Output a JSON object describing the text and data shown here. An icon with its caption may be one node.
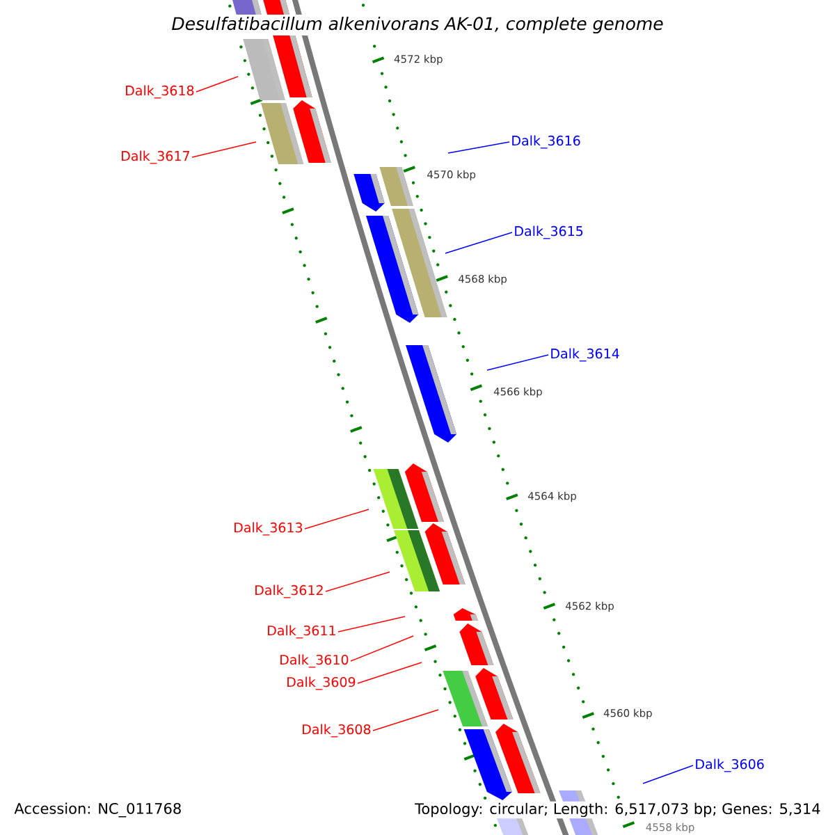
{
  "diagram": {
    "title": "*Desulfatibacillum alkenivorans* AK-01, complete genome",
    "nodes": [
      {
        "text": [
          "Dalk_3618"
        ]
      },
      {
        "text": [
          "Dalk_3617"
        ]
      },
      {
        "text": [
          "Dalk_3616"
        ]
      },
      {
        "text": [
          "Dalk_3615"
        ]
      },
      {
        "text": [
          "Dalk_3614"
        ]
      },
      {
        "text": [
          "Dalk_3613"
        ]
      },
      {
        "text": [
          "Dalk_3612"
        ]
      },
      {
        "text": [
          "Dalk_3611"
        ]
      },
      {
        "text": [
          "Dalk_3610"
        ]
      },
      {
        "text": [
          "Dalk_3609"
        ]
      },
      {
        "text": [
          "Dalk_3608"
        ]
      },
      {
        "text": [
          "Dalk_3606"
        ]
      }
    ],
    "edges": [
      {
        "from": 0,
        "to": null,
        "arrow": "none"
      },
      {
        "from": 1,
        "to": null,
        "arrow": "none"
      },
      {
        "from": 2,
        "to": null,
        "arrow": "none",
        "color": "#0000ff"
      },
      {
        "from": 3,
        "to": null,
        "arrow": "none",
        "color": "#0000ff"
      },
      {
        "from": 4,
        "to": null,
        "arrow": "none",
        "color": "#0000ff"
      },
      {
        "from": 5,
        "to": null,
        "arrow": "none"
      },
      {
        "from": 6,
        "to": null,
        "arrow": "none"
      },
      {
        "from": 7,
        "to": null,
        "arrow": "none"
      },
      {
        "from": 8,
        "to": null,
        "arrow": "none"
      },
      {
        "from": 9,
        "to": null,
        "arrow": "none"
      },
      {
        "from": 10,
        "to": null,
        "arrow": "none"
      },
      {
        "from": 11,
        "to": null,
        "arrow": "none",
        "color": "#0000ff"
      }
    ],
    "labels": [
      "4572 kbp",
      "4570 kbp",
      "4568 kbp",
      "4566 kbp",
      "4564 kbp",
      "4562 kbp",
      "4560 kbp",
      "4558 kbp",
      "Accession: NC_011768",
      "Topology: circular; Length: 6,517,073 bp; Genes: 5,314"
    ]
  }
}
